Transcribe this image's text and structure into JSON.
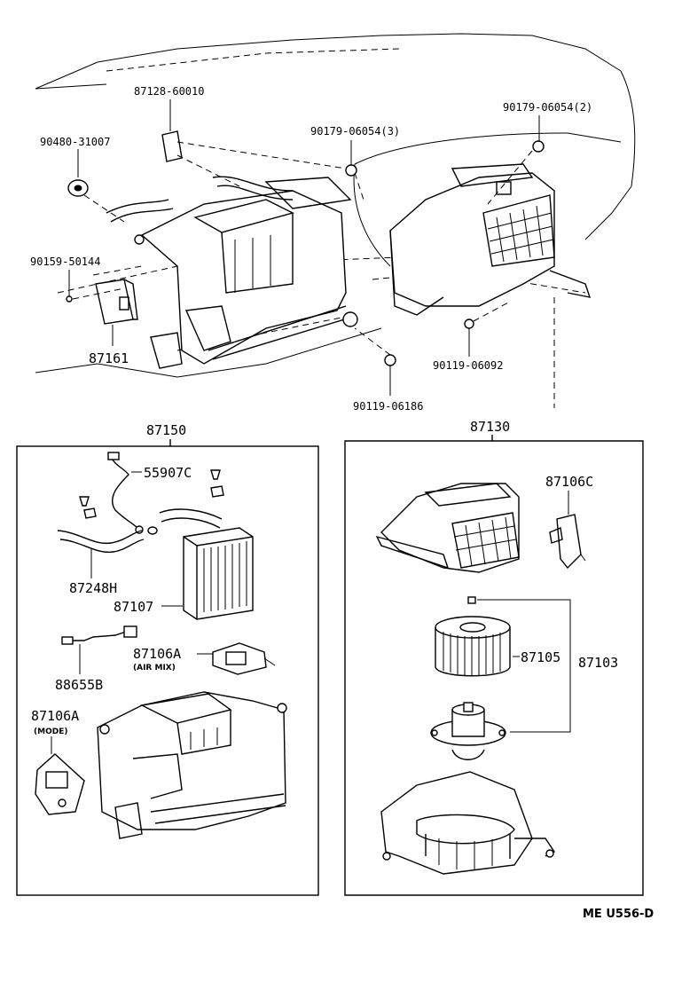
{
  "top_callouts": {
    "p87128": "87128-60010",
    "p90480": "90480-31007",
    "p90179_3": "90179-06054(3)",
    "p90179_2": "90179-06054(2)",
    "p90159": "90159-50144",
    "p87161": "87161",
    "p90119_06092": "90119-06092",
    "p90119_06186": "90119-06186"
  },
  "left_group": {
    "title": "87150",
    "p55907c": "55907C",
    "p87248h": "87248H",
    "p87107": "87107",
    "p87106a_air": "87106A",
    "air_mix_note": "(AIR MIX)",
    "p88655b": "88655B",
    "p87106a_mode": "87106A",
    "mode_note": "(MODE)"
  },
  "right_group": {
    "title": "87130",
    "p87106c": "87106C",
    "p87105": "87105",
    "p87103": "87103"
  },
  "figure_code": "ME  U556-D",
  "icons": {
    "bolt": "bolt-icon",
    "grommet": "grommet-icon",
    "clip": "clip-icon"
  }
}
